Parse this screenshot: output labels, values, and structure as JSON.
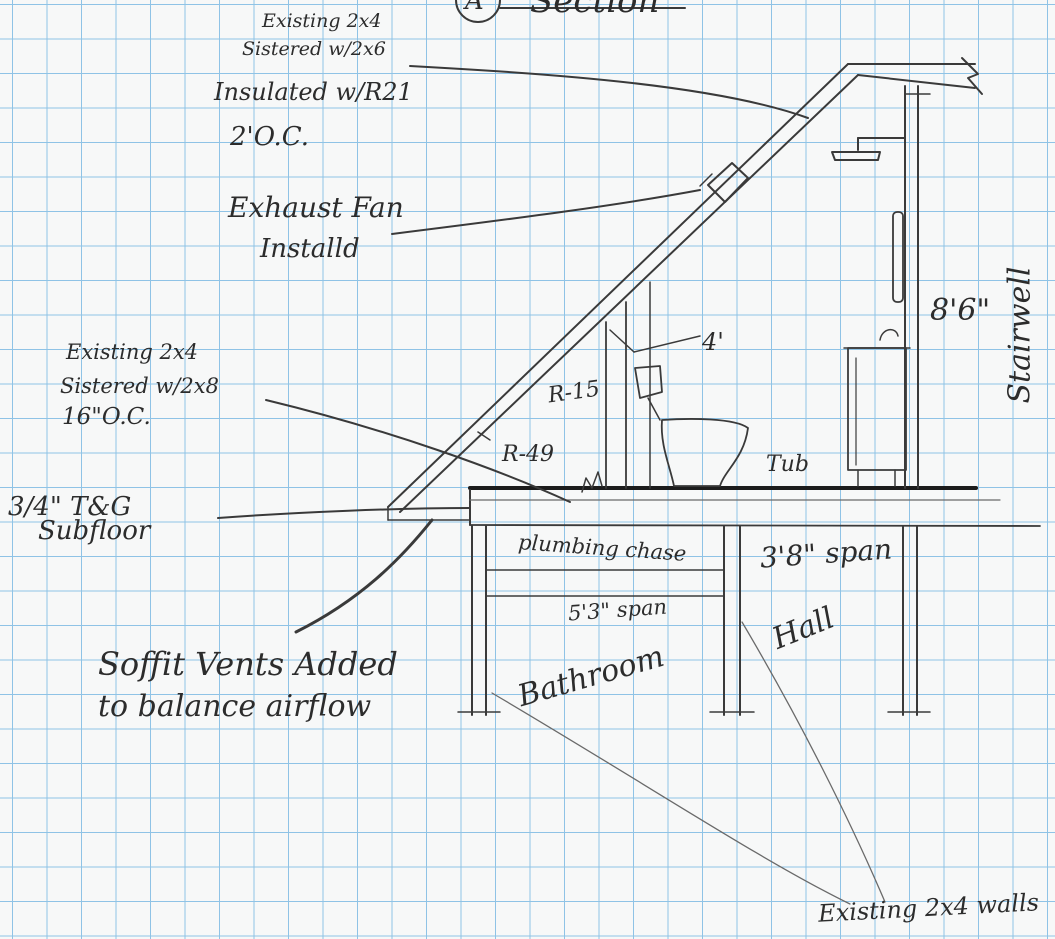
{
  "title_partial": "Section",
  "section_marker": "A",
  "labels": {
    "rafter_existing": "Existing 2x4",
    "rafter_sistered": "Sistered w/2x6",
    "insulated": "Insulated w/R21",
    "spacing_top": "2'O.C.",
    "exhaust_fan": "Exhaust Fan",
    "exhaust_fan_2": "Installd",
    "joist_existing": "Existing 2x4",
    "joist_sistered": "Sistered w/2x8",
    "spacing_lower": "16\"O.C.",
    "subfloor_size": "3/4\" T&G",
    "subfloor": "Subfloor",
    "soffit_1": "Soffit Vents Added",
    "soffit_2": "to balance airflow",
    "r15": "R-15",
    "r49": "R-49",
    "dim_4ft": "4'",
    "tub": "Tub",
    "height": "8'6\"",
    "stairwell": "Stairwell",
    "plumbing_chase": "plumbing chase",
    "span_left": "5'3\" span",
    "span_right": "3'8\" span",
    "bathroom": "Bathroom",
    "hall": "Hall",
    "walls": "Existing 2x4 walls"
  }
}
